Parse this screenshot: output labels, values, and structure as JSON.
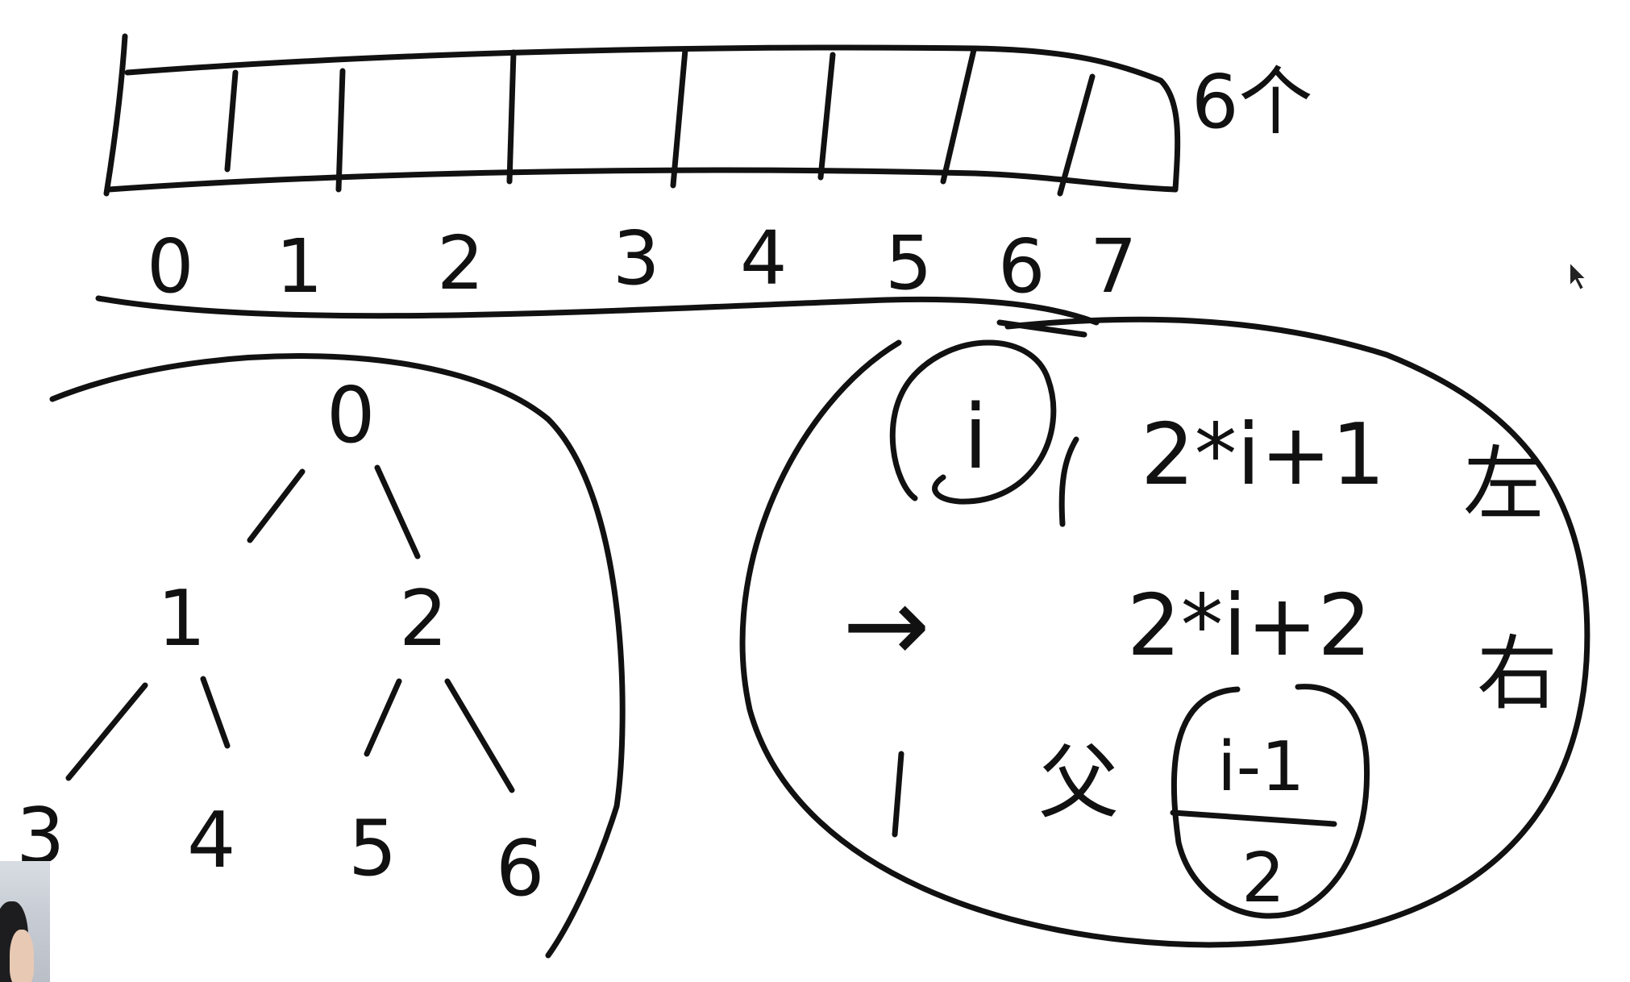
{
  "array": {
    "indices": [
      "0",
      "1",
      "2",
      "3",
      "4",
      "5",
      "6",
      "7"
    ],
    "count_note": "6个"
  },
  "tree": {
    "nodes": [
      "0",
      "1",
      "2",
      "3",
      "4",
      "5",
      "6"
    ]
  },
  "formulas": {
    "index_var": "i",
    "left_formula": "2*i+1",
    "left_label": "左",
    "right_formula": "2*i+2",
    "right_label": "右",
    "parent_label": "父",
    "parent_numerator": "i-1",
    "parent_denominator": "2",
    "arrow": "→"
  }
}
